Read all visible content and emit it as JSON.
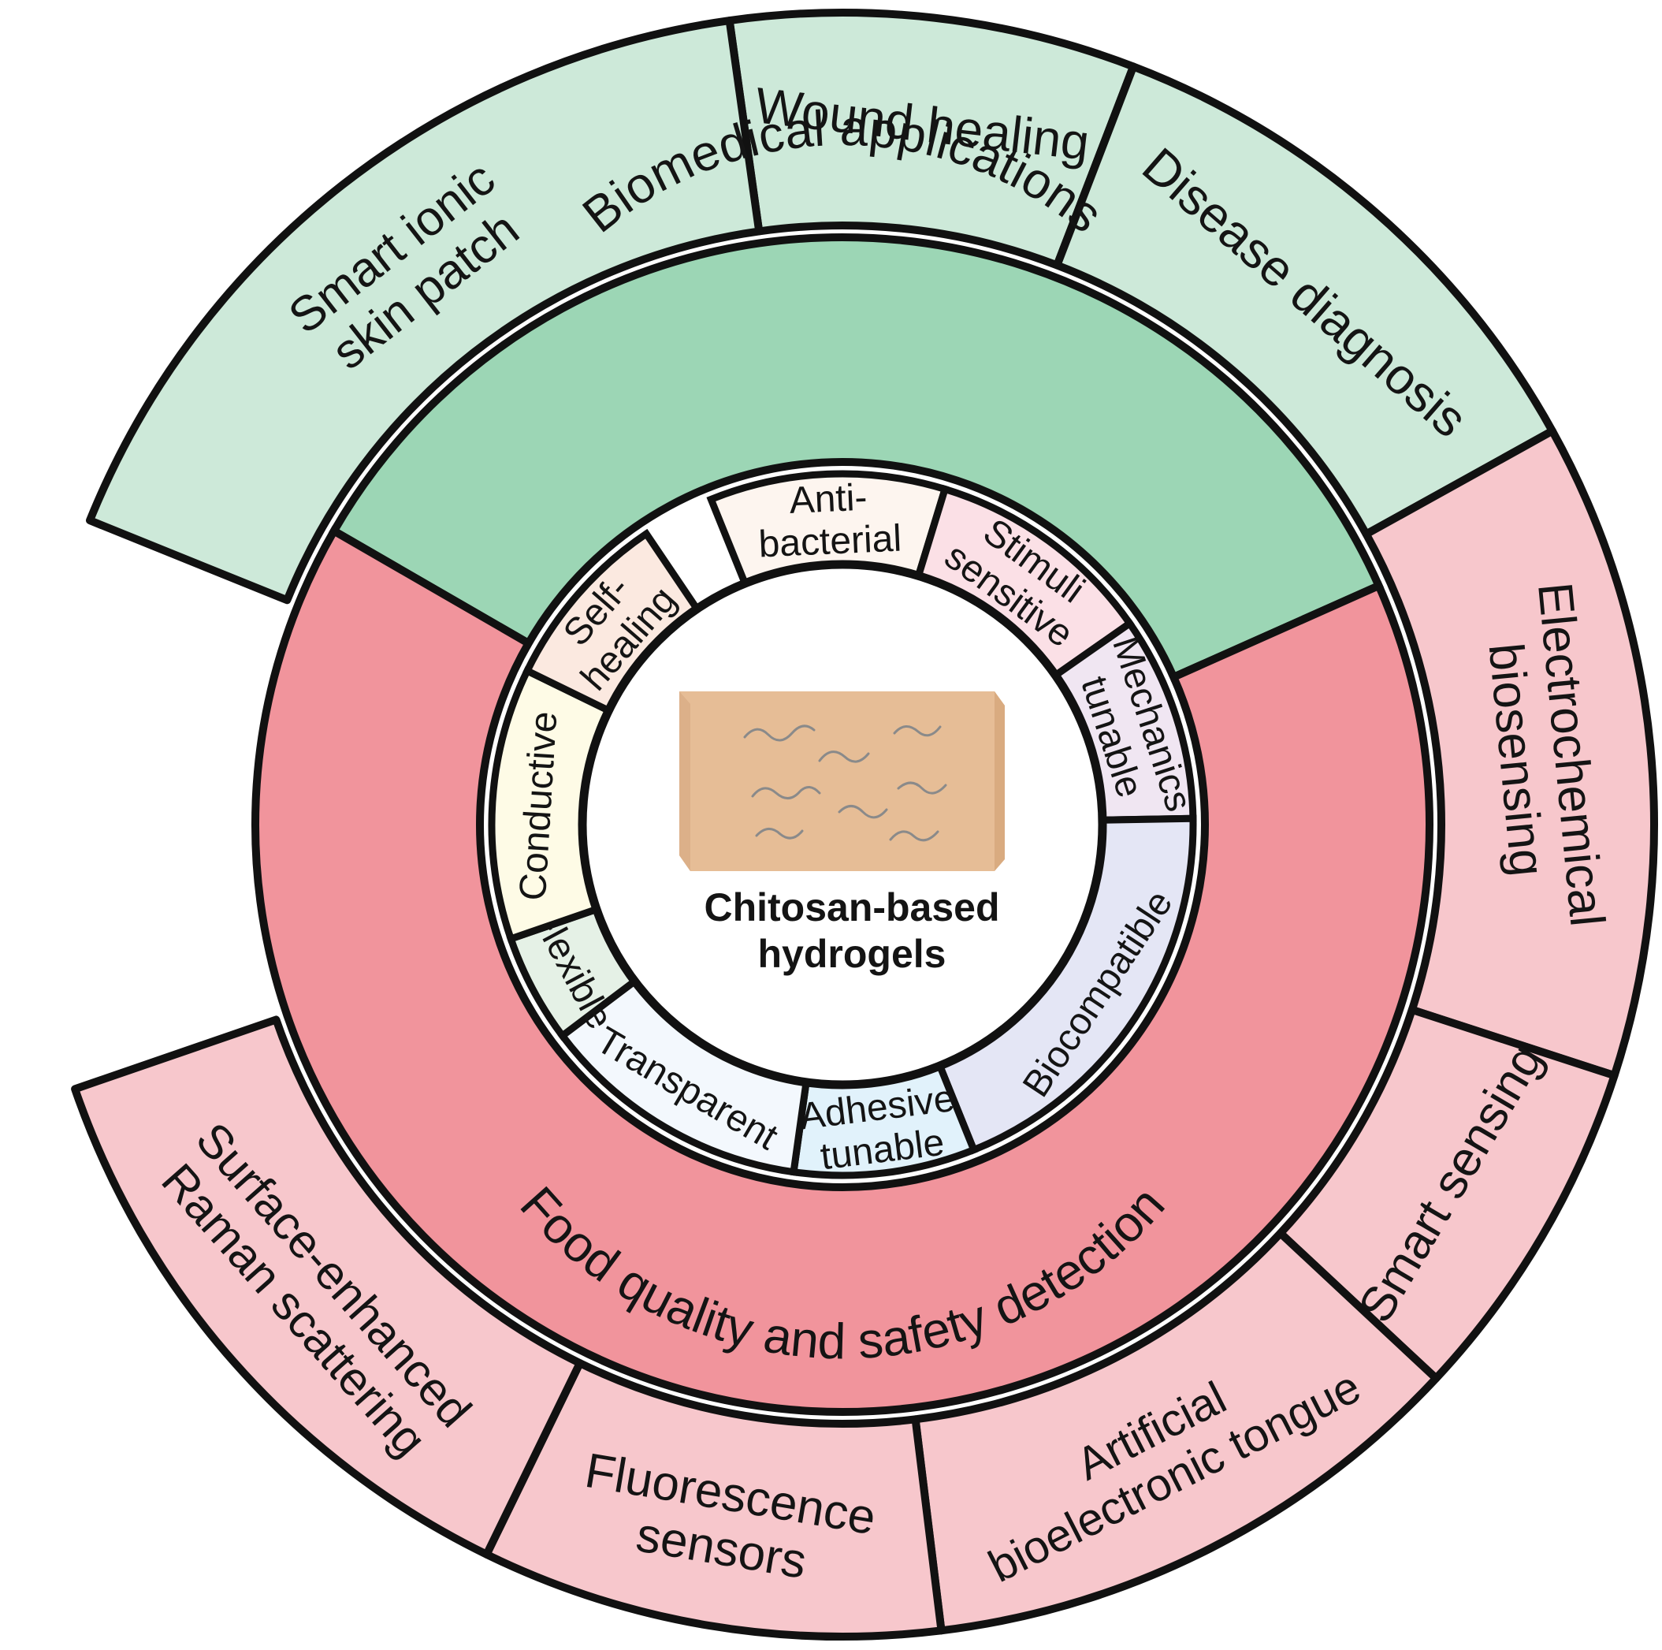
{
  "center": {
    "title_line1": "Chitosan-based",
    "title_line2": "hydrogels"
  },
  "inner_ring": [
    {
      "id": "anti-bacterial",
      "lines": [
        "Anti-",
        "bacterial"
      ],
      "color": "#fdf5ef"
    },
    {
      "id": "stimuli-sensitive",
      "lines": [
        "Stimuli",
        "sensitive"
      ],
      "color": "#fbe0e6"
    },
    {
      "id": "mechanics-tunable",
      "lines": [
        "Mechanics",
        "tunable"
      ],
      "color": "#f0e6f2"
    },
    {
      "id": "biocompatible",
      "lines": [
        "Biocompatible"
      ],
      "color": "#e4e6f5"
    },
    {
      "id": "adhesive-tunable",
      "lines": [
        "Adhesive",
        "tunable"
      ],
      "color": "#e1f2fb"
    },
    {
      "id": "transparent",
      "lines": [
        "Transparent"
      ],
      "color": "#f3f8fd"
    },
    {
      "id": "flexible",
      "lines": [
        "Flexible"
      ],
      "color": "#e5f1e6"
    },
    {
      "id": "conductive",
      "lines": [
        "Conductive"
      ],
      "color": "#fefbe6"
    },
    {
      "id": "self-healing",
      "lines": [
        "Self-",
        "healing"
      ],
      "color": "#fbe9e0"
    }
  ],
  "middle_ring": [
    {
      "id": "biomedical",
      "label": "Biomedical applications",
      "color": "#9cd6b5"
    },
    {
      "id": "food",
      "label": "Food quality and safety detection",
      "color": "#f1949c"
    }
  ],
  "outer_ring": [
    {
      "id": "wound-healing",
      "lines": [
        "Wound  healing"
      ],
      "color": "#cde9d9"
    },
    {
      "id": "disease-diagnosis",
      "lines": [
        "Disease diagnosis"
      ],
      "color": "#cde9d9"
    },
    {
      "id": "electrochemical-biosensing",
      "lines": [
        "Electrochemical",
        "biosensing"
      ],
      "color": "#f7c7cc"
    },
    {
      "id": "smart-sensing",
      "lines": [
        "Smart sensing"
      ],
      "color": "#f7c7cc"
    },
    {
      "id": "artificial-bioelectronic-tongue",
      "lines": [
        "Artificial",
        "bioelectronic tongue"
      ],
      "color": "#f7c7cc"
    },
    {
      "id": "fluorescence-sensors",
      "lines": [
        "Fluorescence",
        "sensors"
      ],
      "color": "#f7c7cc"
    },
    {
      "id": "surface-enhanced-raman",
      "lines": [
        "Surface-enhanced",
        "Raman scattering"
      ],
      "color": "#f7c7cc"
    },
    {
      "id": "smart-ionic-skin-patch",
      "lines": [
        "Smart ionic",
        "skin patch"
      ],
      "color": "#cde9d9"
    }
  ],
  "colors": {
    "outline": "#111111",
    "center_fill": "#ffffff",
    "hydrogel_block": "#e6bd96",
    "hydrogel_strands": "#8a8a8a"
  },
  "icons": {
    "hydrogel": "hydrogel-block-icon"
  }
}
